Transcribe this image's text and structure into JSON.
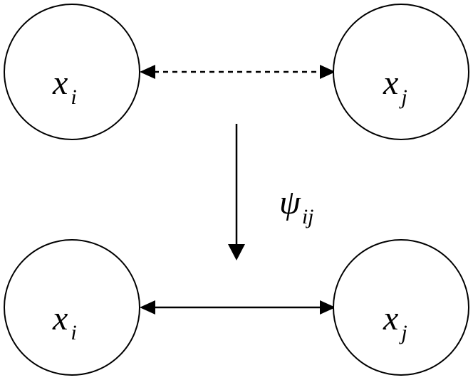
{
  "nodes": {
    "top_left": {
      "base": "x",
      "sub": "i"
    },
    "top_right": {
      "base": "x",
      "sub": "j"
    },
    "bottom_left": {
      "base": "x",
      "sub": "i"
    },
    "bottom_right": {
      "base": "x",
      "sub": "j"
    }
  },
  "transform": {
    "base": "ψ",
    "sub": "ij"
  },
  "edges": {
    "top": {
      "style": "dashed",
      "direction": "bidirectional"
    },
    "bottom": {
      "style": "solid",
      "direction": "bidirectional"
    },
    "transform_arrow": {
      "style": "solid",
      "direction": "down"
    }
  },
  "colors": {
    "stroke": "#000000",
    "background": "#ffffff"
  }
}
